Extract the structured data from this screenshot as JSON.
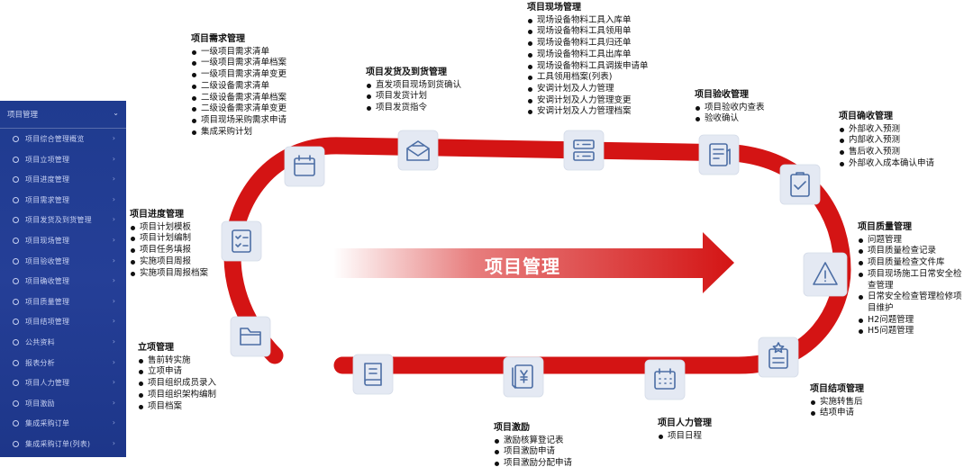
{
  "sidebar": {
    "title": "项目管理",
    "items": [
      "项目综合管理概览",
      "项目立项管理",
      "项目进度管理",
      "项目需求管理",
      "项目发货及到货管理",
      "项目现场管理",
      "项目验收管理",
      "项目确收管理",
      "项目质量管理",
      "项目结项管理",
      "公共资料",
      "报表分析",
      "项目人力管理",
      "项目激励",
      "集成采购订单",
      "集成采购订单(列表)"
    ]
  },
  "center_title": "项目管理",
  "blocks": {
    "lixiang": {
      "title": "立项管理",
      "items": [
        "售前转实施",
        "立项申请",
        "项目组织成员录入",
        "项目组织架构编制",
        "项目档案"
      ]
    },
    "jindu": {
      "title": "项目进度管理",
      "items": [
        "项目计划模板",
        "项目计划编制",
        "项目任务填报",
        "实施项目周报",
        "实施项目周报档案"
      ]
    },
    "xuqiu": {
      "title": "项目需求管理",
      "items": [
        "一级项目需求清单",
        "一级项目需求清单档案",
        "一级项目需求清单变更",
        "二级设备需求清单",
        "二级设备需求清单档案",
        "二级设备需求清单变更",
        "项目现场采购需求申请",
        "集成采购计划"
      ]
    },
    "fahuo": {
      "title": "项目发货及到货管理",
      "items": [
        "直发项目现场到货确认",
        "项目发货计划",
        "项目发货指令"
      ]
    },
    "xianchang": {
      "title": "项目现场管理",
      "items": [
        "现场设备物料工具入库单",
        "现场设备物料工具领用单",
        "现场设备物料工具归还单",
        "现场设备物料工具出库单",
        "现场设备物料工具调拨申请单",
        "工具领用档案(列表)",
        "安调计划及人力管理",
        "安调计划及人力管理变更",
        "安调计划及人力管理档案"
      ]
    },
    "yanshou": {
      "title": "项目验收管理",
      "items": [
        "项目验收内查表",
        "验收确认"
      ]
    },
    "queshou": {
      "title": "项目确收管理",
      "items": [
        "外部收入预测",
        "内部收入预测",
        "售后收入预测",
        "外部收入成本确认申请"
      ]
    },
    "zhiliang": {
      "title": "项目质量管理",
      "items": [
        "问题管理",
        "项目质量检查记录",
        "项目质量检查文件库",
        "项目现场施工日常安全检查管理",
        "日常安全检查管理检修项目维护",
        "H2问题管理",
        "H5问题管理"
      ]
    },
    "jiexiang": {
      "title": "项目结项管理",
      "items": [
        "实施转售后",
        "结项申请"
      ]
    },
    "renli": {
      "title": "项目人力管理",
      "items": [
        "项目日程"
      ]
    },
    "jili": {
      "title": "项目激励",
      "items": [
        "激励核算登记表",
        "项目激励申请",
        "项目激励分配申请"
      ]
    }
  },
  "icons": [
    "folder-icon",
    "checklist-icon",
    "calendar-icon",
    "envelope-icon",
    "server-icon",
    "document-icon",
    "clipboard-check-icon",
    "warning-icon",
    "badge-clipboard-icon",
    "calendar-grid-icon",
    "yen-document-icon",
    "book-icon"
  ],
  "colors": {
    "track": "#d41414",
    "icon_stroke": "#4c6ea5",
    "icon_bg": "#e4e9f3",
    "sidebar": "#243f96"
  }
}
